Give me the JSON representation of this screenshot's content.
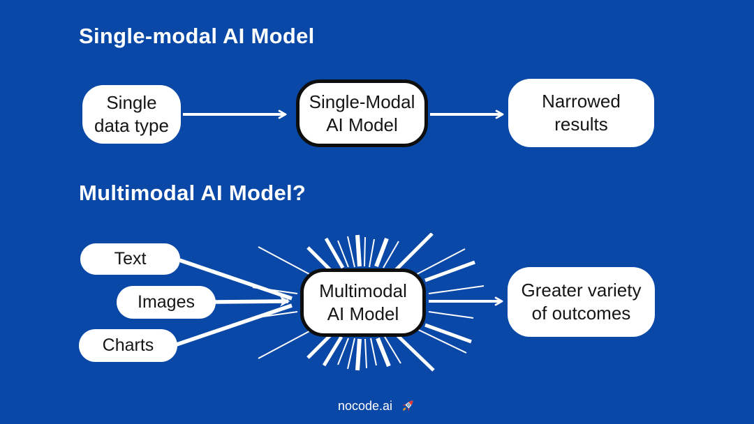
{
  "colors": {
    "background": "#0a48a8",
    "node_fill": "#ffffff",
    "node_border": "#0e0e0e",
    "node_text": "#151515",
    "heading_text": "#ffffff",
    "arrow": "#ffffff"
  },
  "section_single": {
    "heading": "Single-modal AI Model",
    "input_box": "Single\ndata type",
    "model_box": "Single-Modal\nAI Model",
    "output_box": "Narrowed\nresults"
  },
  "section_multi": {
    "heading": "Multimodal AI Model?",
    "inputs": [
      {
        "label": "Text"
      },
      {
        "label": "Images"
      },
      {
        "label": "Charts"
      }
    ],
    "model_box": "Multimodal\nAI Model",
    "output_box": "Greater variety\nof outcomes"
  },
  "footer": {
    "brand": "nocode.ai",
    "icon": "rocket-icon"
  }
}
